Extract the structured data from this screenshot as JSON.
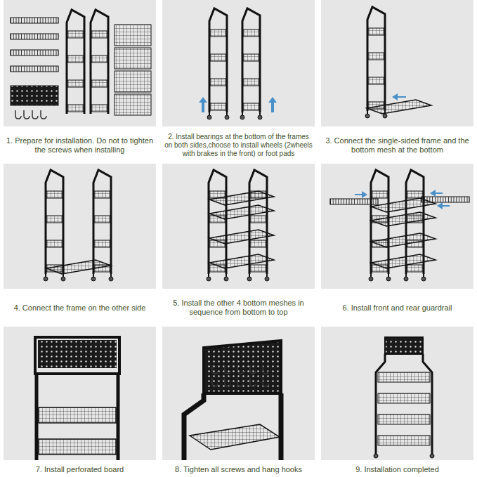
{
  "diagram": {
    "labels": [
      "1. Prepare for installation. Do not to tighten the screws when installing",
      "2. Install bearings at the bottom of the frames on both sides,choose to install wheels (2wheels with brakes in the front) or foot pads",
      "3. Connect the single-sided frame and the bottom mesh at the bottom",
      "4. Connect the frame on the other side",
      "5. Install the other 4 bottom meshes in sequence from bottom to top",
      "6. Install front and rear guardrail",
      "7. Install perforated board",
      "8. Tighten all screws and hang hooks",
      "9. Installation completed"
    ]
  }
}
